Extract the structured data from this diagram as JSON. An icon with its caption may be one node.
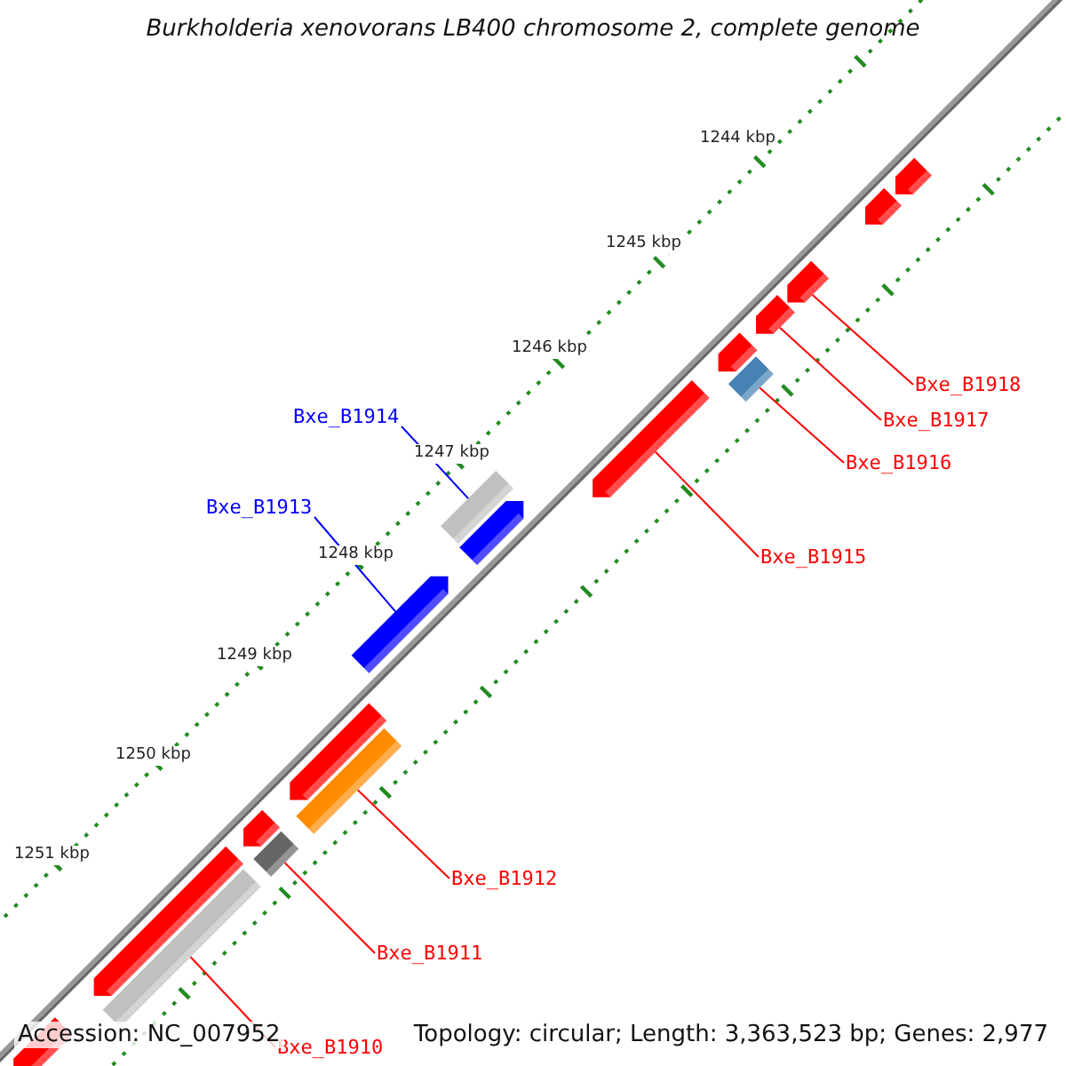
{
  "diagram": {
    "title": "Burkholderia xenovorans LB400 chromosome 2, complete genome",
    "nodes": [
      {
        "text": [],
        "shape": "arrow"
      },
      {
        "text": [],
        "shape": "arrow"
      },
      {
        "text": [],
        "shape": "arrow"
      },
      {
        "text": [],
        "shape": "arrow"
      },
      {
        "text": [],
        "shape": "arrow"
      },
      {
        "text": [],
        "shape": "bar"
      },
      {
        "text": [],
        "shape": "arrow"
      },
      {
        "text": [],
        "shape": "bar"
      },
      {
        "text": [],
        "shape": "arrow"
      },
      {
        "text": [],
        "shape": "arrow"
      },
      {
        "text": [],
        "shape": "arrow"
      },
      {
        "text": [],
        "shape": "bar"
      },
      {
        "text": [],
        "shape": "arrow"
      },
      {
        "text": [],
        "shape": "bar"
      },
      {
        "text": [],
        "shape": "arrow"
      },
      {
        "text": [],
        "shape": "bar"
      },
      {
        "text": [],
        "shape": "arrow"
      },
      {
        "text": [
          "Bxe_B1918"
        ]
      },
      {
        "text": [
          "Bxe_B1917"
        ]
      },
      {
        "text": [
          "Bxe_B1916"
        ]
      },
      {
        "text": [
          "Bxe_B1915"
        ]
      },
      {
        "text": [
          "Bxe_B1914"
        ]
      },
      {
        "text": [
          "Bxe_B1913"
        ]
      },
      {
        "text": [
          "Bxe_B1912"
        ]
      },
      {
        "text": [
          "Bxe_B1911"
        ]
      },
      {
        "text": [
          "Bxe_B1910"
        ]
      }
    ],
    "edges": [
      {
        "from": 17,
        "to": 2,
        "arrow": "none"
      },
      {
        "from": 18,
        "to": 3,
        "arrow": "none"
      },
      {
        "from": 19,
        "to": 5,
        "arrow": "none"
      },
      {
        "from": 20,
        "to": 6,
        "arrow": "none"
      },
      {
        "from": 21,
        "to": 7,
        "arrow": "none",
        "color": "#0000ff"
      },
      {
        "from": 22,
        "to": 9,
        "arrow": "none",
        "color": "#0000ff"
      },
      {
        "from": 23,
        "to": 11,
        "arrow": "none"
      },
      {
        "from": 24,
        "to": 13,
        "arrow": "none"
      },
      {
        "from": 25,
        "to": 15,
        "arrow": "none"
      }
    ],
    "labels": [
      "1244 kbp",
      "1245 kbp",
      "1246 kbp",
      "1247 kbp",
      "1248 kbp",
      "1249 kbp",
      "1250 kbp",
      "1251 kbp",
      "Accession: NC_007952",
      "Topology: circular; Length: 3,363,523 bp; Genes: 2,977"
    ]
  }
}
